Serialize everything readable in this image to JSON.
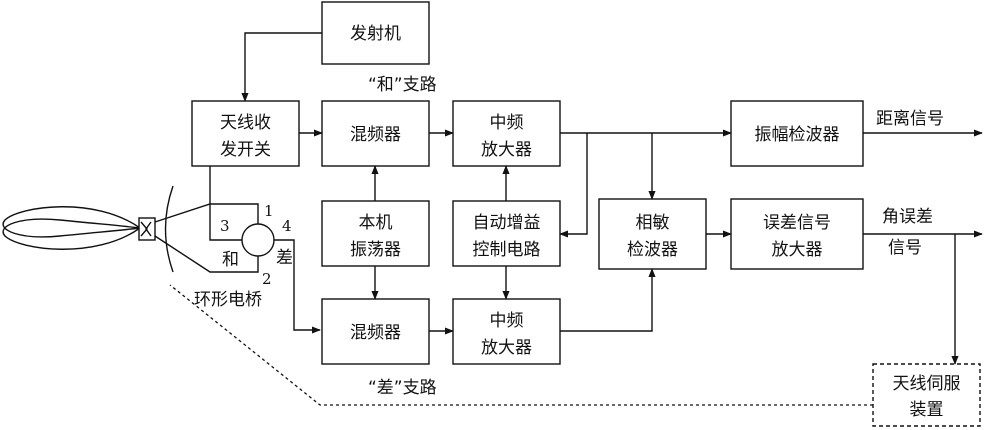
{
  "blocks": {
    "transmitter": "发射机",
    "duplexer": [
      "天线收",
      "发开关"
    ],
    "mixer_sum": "混频器",
    "if_amp_sum": [
      "中频",
      "放大器"
    ],
    "amp_detector": "振幅检波器",
    "local_osc": [
      "本机",
      "振荡器"
    ],
    "agc": [
      "自动增益",
      "控制电路"
    ],
    "phase_detector": [
      "相敏",
      "检波器"
    ],
    "error_amp": [
      "误差信号",
      "放大器"
    ],
    "mixer_diff": "混频器",
    "if_amp_diff": [
      "中频",
      "放大器"
    ],
    "antenna_servo": [
      "天线伺服",
      "装置"
    ]
  },
  "labels": {
    "sum_branch": "“和”支路",
    "diff_branch": "“差”支路",
    "range_signal": "距离信号",
    "angle_error": [
      "角误差",
      "信号"
    ],
    "ring_bridge": "环形电桥",
    "sum_port": "和",
    "diff_port": "差",
    "port_1": "1",
    "port_2": "2",
    "port_3": "3",
    "port_4": "4"
  }
}
